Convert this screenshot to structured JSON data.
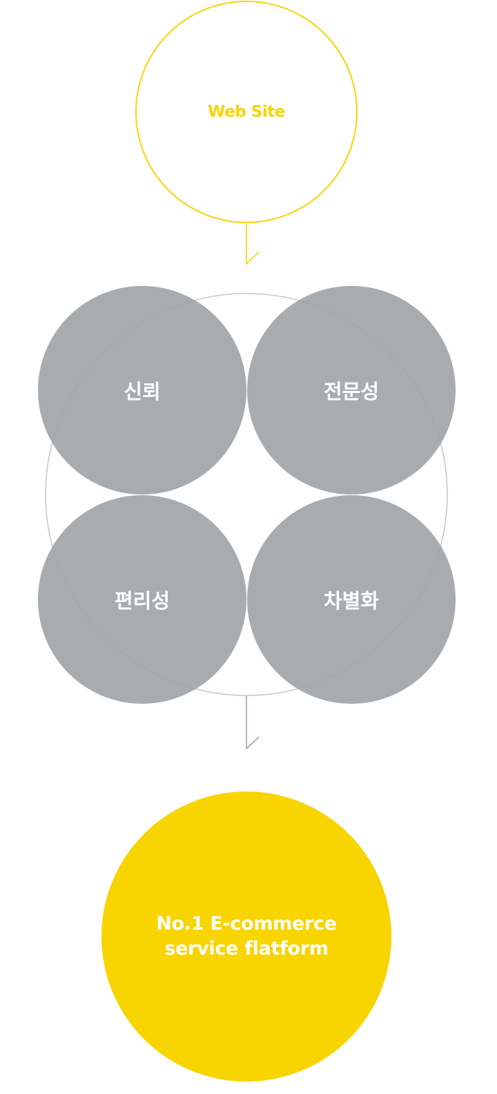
{
  "colors": {
    "accent_yellow": "#f8d400",
    "circle_gray": "#a0a3a6",
    "outline_gray": "#c6c7c9",
    "text_white": "#ffffff"
  },
  "top_node": {
    "label": "Web Site"
  },
  "core_values": [
    {
      "label": "신뢰"
    },
    {
      "label": "전문성"
    },
    {
      "label": "편리성"
    },
    {
      "label": "차별화"
    }
  ],
  "bottom_node": {
    "line1": "No.1 E-commerce",
    "line2": "service flatform"
  }
}
